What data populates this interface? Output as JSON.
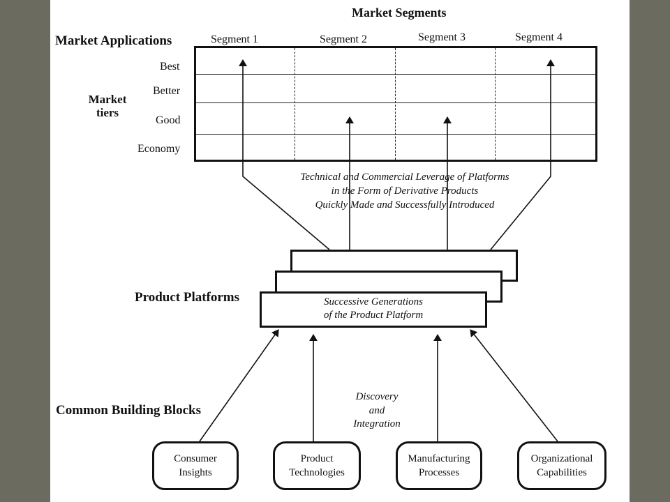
{
  "title": "Market Segments",
  "applications_label": "Market Applications",
  "segments": [
    "Segment 1",
    "Segment 2",
    "Segment 3",
    "Segment 4"
  ],
  "tiers_label": "Market\ntiers",
  "tiers": [
    "Best",
    "Better",
    "Good",
    "Economy"
  ],
  "leverage_text": [
    "Technical and Commercial Leverage of Platforms",
    "in the Form of Derivative Products",
    "Quickly Made and Successfully Introduced"
  ],
  "platforms_label": "Product Platforms",
  "platform_text": [
    "Successive Generations",
    "of the Product Platform"
  ],
  "building_blocks_label": "Common Building Blocks",
  "discovery_text": [
    "Discovery",
    "and",
    "Integration"
  ],
  "blocks": [
    "Consumer\nInsights",
    "Product\nTechnologies",
    "Manufacturing\nProcesses",
    "Organizational\nCapabilities"
  ],
  "colors": {
    "background": "#6d6e62",
    "slide": "#ffffff",
    "ink": "#111111"
  }
}
